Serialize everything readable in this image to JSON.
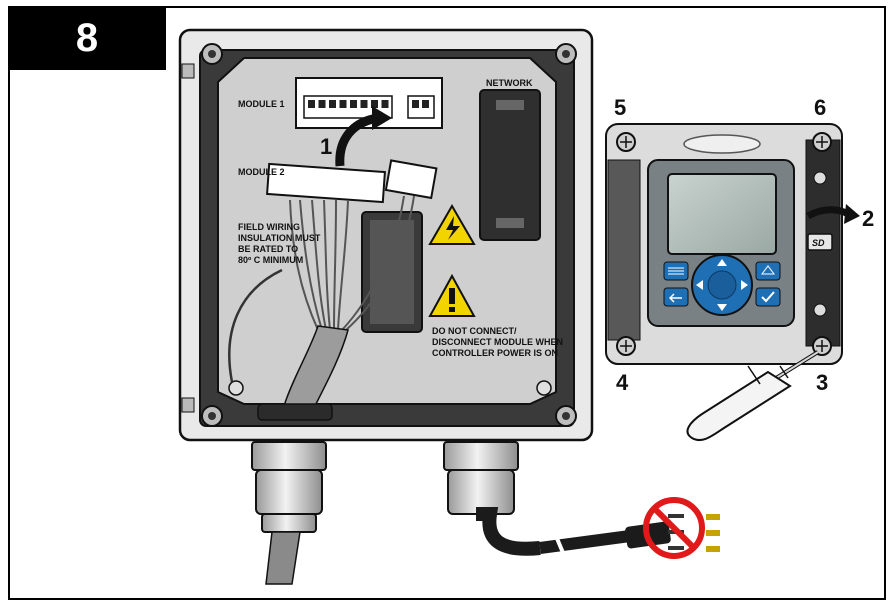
{
  "step": "8",
  "enclosure": {
    "module1_label": "MODULE 1",
    "module2_label": "MODULE 2",
    "network_label": "NETWORK",
    "field_wiring_note": [
      "FIELD WIRING",
      "INSULATION MUST",
      "BE RATED TO",
      "80º C MINIMUM"
    ],
    "warning_note": [
      "DO NOT CONNECT/",
      "DISCONNECT MODULE WHEN",
      "CONTROLLER POWER IS ON"
    ]
  },
  "callouts": {
    "c1": "1",
    "c2": "2",
    "c3": "3",
    "c4": "4",
    "c5": "5",
    "c6": "6"
  },
  "controller": {
    "sd_label": "SD"
  },
  "icons": [
    "electrical-hazard-icon",
    "caution-icon",
    "no-power-plug-icon",
    "screwdriver-icon",
    "rotate-arrow-icon",
    "menu-icon",
    "home-icon",
    "back-icon",
    "enter-icon",
    "nav-keypad-icon"
  ]
}
